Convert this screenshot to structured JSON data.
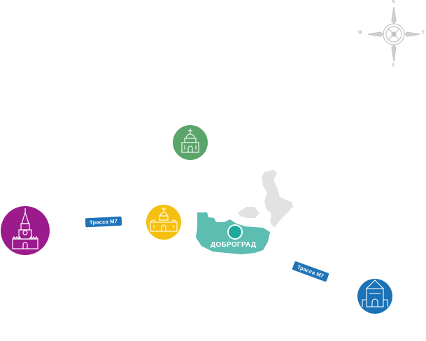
{
  "compass": {
    "north": "N",
    "east": "E",
    "south": "S",
    "west": "W"
  },
  "roads": [
    {
      "label": "Трасса M7"
    },
    {
      "label": "Трасса M7"
    }
  ],
  "city": {
    "name": "ДОБРОГРАД",
    "color": "#5cbdb0",
    "marker_color": "#1ea9a0"
  },
  "landmarks": [
    {
      "icon": "kremlin-tower-icon",
      "color": "#9b1b8c"
    },
    {
      "icon": "church-icon",
      "color": "#5aa56a"
    },
    {
      "icon": "monastery-icon",
      "color": "#f5c010"
    },
    {
      "icon": "fortress-tower-icon",
      "color": "#1b72b6"
    }
  ]
}
